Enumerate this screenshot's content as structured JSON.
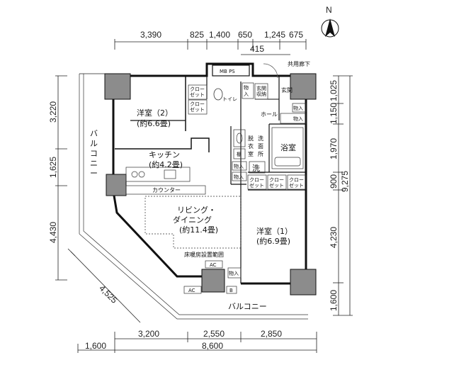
{
  "compass": {
    "label": "N"
  },
  "top_dims": {
    "row1": [
      "3,390",
      "825",
      "1,400",
      "650",
      "1,245",
      "675"
    ],
    "row2": "415"
  },
  "right_dims": {
    "inner": [
      "1,025",
      "1,150",
      "1,970",
      "900",
      "4,230",
      "1,600"
    ],
    "total": "9,275"
  },
  "left_dims": [
    "3,220",
    "1,625",
    "4,430"
  ],
  "diag_dim": "4,525",
  "bottom_dims": {
    "row1": [
      "3,200",
      "2,550",
      "2,850"
    ],
    "row2": [
      "1,600",
      "8,600"
    ]
  },
  "labels": {
    "mbps": "MB PS",
    "corridor": "共用廊下",
    "entrance": "玄関",
    "storage": "物入",
    "closet": "クロー\nゼット",
    "entrance_storage": "玄関\n収納",
    "toilet": "トイレ",
    "hall": "ホール",
    "bedroom2": "洋室（2）",
    "bedroom2_size": "(約6.6畳)",
    "bedroom1": "洋室（1）",
    "bedroom1_size": "(約6.9畳)",
    "kitchen": "キッチン",
    "kitchen_size": "(約4.2畳)",
    "counter": "カウンター",
    "living1": "リビング・",
    "living2": "ダイニング",
    "living_size": "(約11.4畳)",
    "floor_heating": "床暖房設置範囲",
    "wash_room": "洗\n面\n所",
    "dressing": "脱\n衣\n室",
    "bathroom": "浴室",
    "washer": "洗",
    "shelf": "棚",
    "balcony_left": "バルコニー",
    "balcony_bottom": "バルコニー",
    "ac": "AC",
    "b": "B"
  }
}
